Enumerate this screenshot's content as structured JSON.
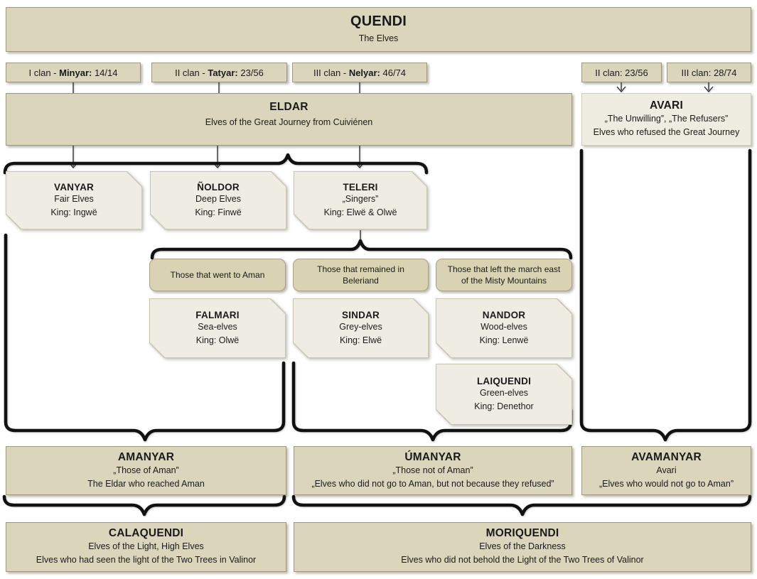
{
  "root": {
    "title": "QUENDI",
    "subtitle": "The Elves"
  },
  "clans": {
    "left": [
      {
        "prefix": "I clan - ",
        "bold": "Minyar:",
        "suffix": " 14/14"
      },
      {
        "prefix": "II clan - ",
        "bold": "Tatyar:",
        "suffix": " 23/56"
      },
      {
        "prefix": "III clan - ",
        "bold": "Nelyar:",
        "suffix": " 46/74"
      }
    ],
    "right": [
      {
        "label": "II clan: 23/56"
      },
      {
        "label": "III clan: 28/74"
      }
    ]
  },
  "eldar": {
    "title": "ELDAR",
    "line1": "Elves of the Great Journey from Cuiviénen"
  },
  "avari": {
    "title": "AVARI",
    "line1": "„The Unwilling”, „The Refusers”",
    "line2": "Elves who refused the Great Journey"
  },
  "kindreds": {
    "vanyar": {
      "title": "VANYAR",
      "line1": "Fair Elves",
      "line2": "King: Ingwë"
    },
    "noldor": {
      "title": "ÑOLDOR",
      "line1": "Deep Elves",
      "line2": "King: Finwë"
    },
    "teleri": {
      "title": "TELERI",
      "line1": "„Singers”",
      "line2": "King: Elwë & Olwë"
    }
  },
  "teleri_groups": [
    {
      "label": "Those that went to Aman"
    },
    {
      "label": "Those that remained in Beleriand"
    },
    {
      "label": "Those that left the march east of the Misty Mountains"
    }
  ],
  "teleri_kindreds": {
    "falmari": {
      "title": "FALMARI",
      "line1": "Sea-elves",
      "line2": "King: Olwë"
    },
    "sindar": {
      "title": "SINDAR",
      "line1": "Grey-elves",
      "line2": "King: Elwë"
    },
    "nandor": {
      "title": "NANDOR",
      "line1": "Wood-elves",
      "line2": "King: Lenwë"
    },
    "laiquendi": {
      "title": "LAIQUENDI",
      "line1": "Green-elves",
      "line2": "King: Denethor"
    }
  },
  "groupings": {
    "amanyar": {
      "title": "AMANYAR",
      "line1": "„Those of Aman”",
      "line2": "The Eldar who reached Aman"
    },
    "umanyar": {
      "title": "ÚMANYAR",
      "line1": "„Those not of Aman”",
      "line2": "„Elves who did not go to Aman, but not because they refused”"
    },
    "avamanyar": {
      "title": "AVAMANYAR",
      "line1": "Avari",
      "line2": "„Elves who would not go to Aman”"
    }
  },
  "classes": {
    "calaquendi": {
      "title": "CALAQUENDI",
      "line1": "Elves of the Light, High Elves",
      "line2": "Elves who had seen the light of the Two Trees in Valinor"
    },
    "moriquendi": {
      "title": "MORIQUENDI",
      "line1": "Elves of the Darkness",
      "line2": "Elves who did not behold the Light of the Two Trees of Valinor"
    }
  },
  "colors": {
    "box_fill_dark": "#dbd6bb",
    "box_fill_light": "#efede1",
    "line": "#111111"
  }
}
